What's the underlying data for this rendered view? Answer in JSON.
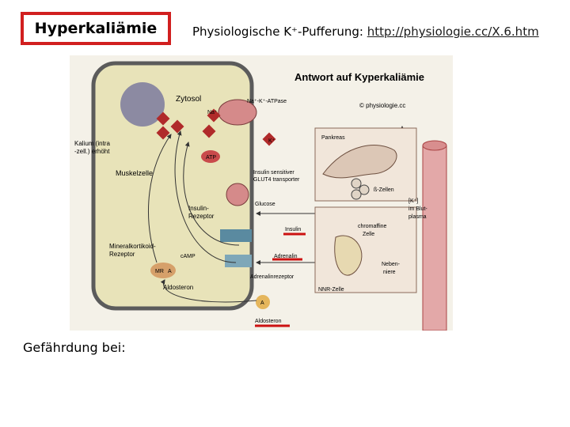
{
  "title": "Hyperkaliämie",
  "subtitle": {
    "text": "Physiologische K⁺-Pufferung: ",
    "link": "http://physiologie.cc/X.6.htm"
  },
  "danger_label": "Gefährdung bei:",
  "figure": {
    "heading": "Antwort auf Kyperkaliämie",
    "copyright": "© physiologie.cc",
    "labels": {
      "zytosol": "Zytosol",
      "pump": "Na⁺-K⁺-ATPase",
      "na": "Na⁺",
      "k": "K⁺",
      "kalium_line1": "Kalium (intra",
      "kalium_line2": "-zell.) erhöht",
      "atp": "ATP",
      "muskelzelle": "Muskelzelle",
      "insulin_sens_line1": "Insulin sensitiver",
      "insulin_sens_line2": "GLUT4 transporter",
      "glucose": "Glucose",
      "insulin_rez_line1": "Insulin-",
      "insulin_rez_line2": "Rezeptor",
      "insulin": "Insulin",
      "mineral_line1": "Mineralkortikoid-",
      "mineral_line2": "Rezeptor",
      "camp": "cAMP",
      "adrenalin": "Adrenalin",
      "adrenalinrezeptor": "Adrenalinrezeptor",
      "mr": "MR",
      "a": "A",
      "aldosteron_in": "Aldosteron",
      "aldosteron": "Aldosteron",
      "pankreas": "Pankreas",
      "beta_zellen": "ß-Zellen",
      "blood_line1": "[K⁺]",
      "blood_line2": "im Blut-",
      "blood_line3": "plasma",
      "chromaffine_line1": "chromaffine",
      "chromaffine_line2": "Zelle",
      "neben_line1": "Neben-",
      "neben_line2": "niere",
      "nnr": "NNR-Zelle"
    }
  }
}
